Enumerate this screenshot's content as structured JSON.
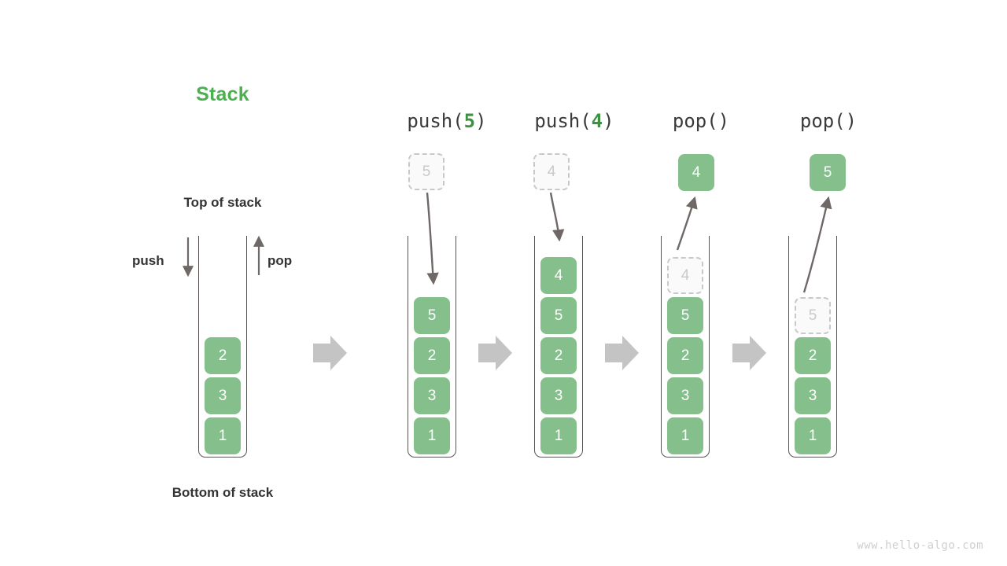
{
  "diagram": {
    "title": "Stack",
    "title_color": "#4CAF50",
    "accent_green": "#85c08c",
    "ghost_gray": "#c9c9c9",
    "arrow_gray": "#c4c4c4",
    "watermark": "www.hello-algo.com",
    "labels": {
      "top_of_stack": "Top of stack",
      "bottom_of_stack": "Bottom of stack",
      "push": "push",
      "pop": "pop"
    },
    "initial_stack": {
      "name": "initial",
      "cells_top_to_bottom": [
        "2",
        "3",
        "1"
      ]
    },
    "steps": [
      {
        "id": "push-5",
        "header_prefix": "push(",
        "header_arg": "5",
        "header_suffix": ")",
        "floating_box": {
          "value": "5",
          "style": "ghost",
          "position": "above"
        },
        "cells_top_to_bottom": [
          "5",
          "2",
          "3",
          "1"
        ],
        "ghost_indices": []
      },
      {
        "id": "push-4",
        "header_prefix": "push(",
        "header_arg": "4",
        "header_suffix": ")",
        "floating_box": {
          "value": "4",
          "style": "ghost",
          "position": "above"
        },
        "cells_top_to_bottom": [
          "4",
          "5",
          "2",
          "3",
          "1"
        ],
        "ghost_indices": []
      },
      {
        "id": "pop-4",
        "header_prefix": "pop(",
        "header_arg": "",
        "header_suffix": ")",
        "floating_box": {
          "value": "4",
          "style": "solid",
          "position": "above"
        },
        "cells_top_to_bottom": [
          "4",
          "5",
          "2",
          "3",
          "1"
        ],
        "ghost_indices": [
          0
        ]
      },
      {
        "id": "pop-5",
        "header_prefix": "pop(",
        "header_arg": "",
        "header_suffix": ")",
        "floating_box": {
          "value": "5",
          "style": "solid",
          "position": "above"
        },
        "cells_top_to_bottom": [
          "5",
          "2",
          "3",
          "1"
        ],
        "ghost_indices": [
          0
        ]
      }
    ]
  }
}
